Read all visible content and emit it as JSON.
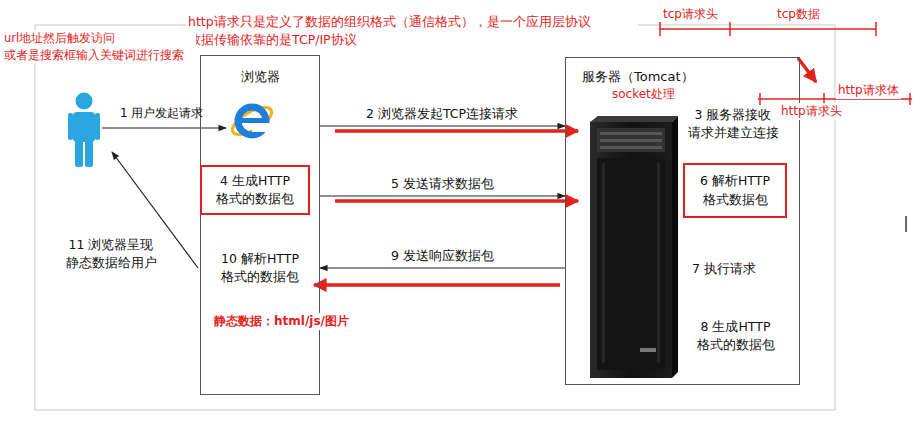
{
  "diagram": {
    "nodes": [
      {
        "text": [
          "浏览器",
          "10 解析HTTP 格式的数据包",
          "静态数据：html/js/图片"
        ]
      },
      {
        "text": [
          "4 生成HTTP 格式的数据包"
        ],
        "in": 0
      },
      {
        "text": [
          "服务器（Tomcat）",
          "socket处理",
          "3 服务器接收 请求并建立连接",
          "7 执行请求",
          "8 生成HTTP 格式的数据包"
        ]
      },
      {
        "text": [
          "6 解析HTTP 格式数据包"
        ],
        "in": 2
      }
    ],
    "edges": [
      {
        "from": 0,
        "to": 2,
        "arrow": "to",
        "label": "2 浏览器发起TCP连接请求"
      },
      {
        "from": 0,
        "to": 2,
        "arrow": "to",
        "label": "5 发送请求数据包"
      },
      {
        "from": 2,
        "to": 0,
        "arrow": "to",
        "label": "9 发送响应数据包"
      }
    ],
    "labels": [
      "http请求只是定义了数据的组织格式（通信格式），是一个应用层协议 数据传输依靠的是TCP/IP协议",
      "url地址然后触发访问 或者是搜索框输入关键词进行搜索",
      "1 用户发起请求",
      "11 浏览器呈现 静态数据给用户",
      "tcp请求头",
      "tcp数据",
      "http请求体",
      "http请求头"
    ]
  }
}
